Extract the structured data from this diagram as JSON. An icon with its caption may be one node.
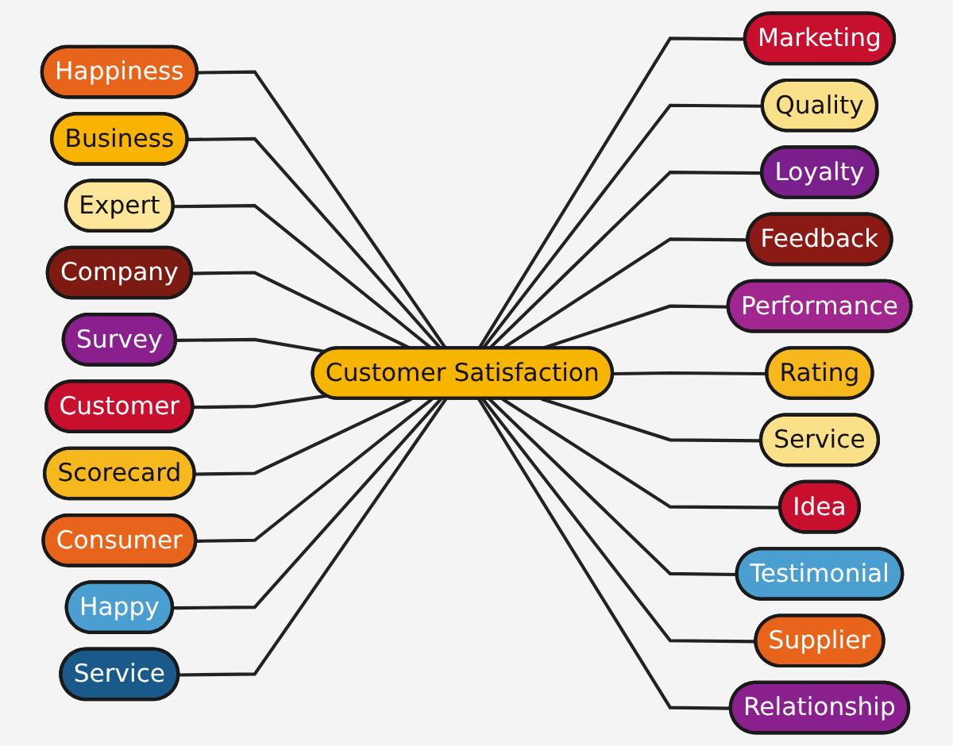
{
  "diagram": {
    "nodes": [
      {
        "text": [
          "Customer Satisfaction"
        ]
      },
      {
        "text": [
          "Happiness"
        ]
      },
      {
        "text": [
          "Marketing"
        ]
      },
      {
        "text": [
          "Quality"
        ]
      },
      {
        "text": [
          "Business"
        ]
      },
      {
        "text": [
          "Expert"
        ]
      },
      {
        "text": [
          "Loyalty"
        ]
      },
      {
        "text": [
          "Feedback"
        ]
      },
      {
        "text": [
          "Company"
        ]
      },
      {
        "text": [
          "Survey"
        ]
      },
      {
        "text": [
          "Performance"
        ]
      },
      {
        "text": [
          "Rating"
        ]
      },
      {
        "text": [
          "Customer"
        ]
      },
      {
        "text": [
          "Service"
        ]
      },
      {
        "text": [
          "Idea"
        ]
      },
      {
        "text": [
          "Testimonial"
        ]
      },
      {
        "text": [
          "Scorecard"
        ]
      },
      {
        "text": [
          "Supplier"
        ]
      },
      {
        "text": [
          "Relationship"
        ]
      },
      {
        "text": [
          "Consumer"
        ]
      },
      {
        "text": [
          "Happy"
        ]
      },
      {
        "text": [
          "Service"
        ]
      }
    ],
    "edges": [
      {
        "from": 1,
        "to": 0,
        "arrow": "none"
      },
      {
        "from": 0,
        "to": 2,
        "arrow": "none"
      },
      {
        "from": 0,
        "to": 3,
        "arrow": "none"
      },
      {
        "from": 4,
        "to": 0,
        "arrow": "none"
      },
      {
        "from": 5,
        "to": 0,
        "arrow": "none"
      },
      {
        "from": 0,
        "to": 6,
        "arrow": "none"
      },
      {
        "from": 0,
        "to": 7,
        "arrow": "none"
      },
      {
        "from": 8,
        "to": 0,
        "arrow": "none"
      },
      {
        "from": 9,
        "to": 0,
        "arrow": "none"
      },
      {
        "from": 0,
        "to": 10,
        "arrow": "none"
      },
      {
        "from": 0,
        "to": 11,
        "arrow": "none"
      },
      {
        "from": 12,
        "to": 0,
        "arrow": "none"
      },
      {
        "from": 0,
        "to": 13,
        "arrow": "none"
      },
      {
        "from": 0,
        "to": 14,
        "arrow": "none"
      },
      {
        "from": 0,
        "to": 15,
        "arrow": "none"
      },
      {
        "from": 16,
        "to": 0,
        "arrow": "none"
      },
      {
        "from": 0,
        "to": 17,
        "arrow": "none"
      },
      {
        "from": 0,
        "to": 18,
        "arrow": "none"
      },
      {
        "from": 19,
        "to": 0,
        "arrow": "none"
      },
      {
        "from": 20,
        "to": 0,
        "arrow": "none"
      },
      {
        "from": 21,
        "to": 0,
        "arrow": "none"
      }
    ]
  }
}
